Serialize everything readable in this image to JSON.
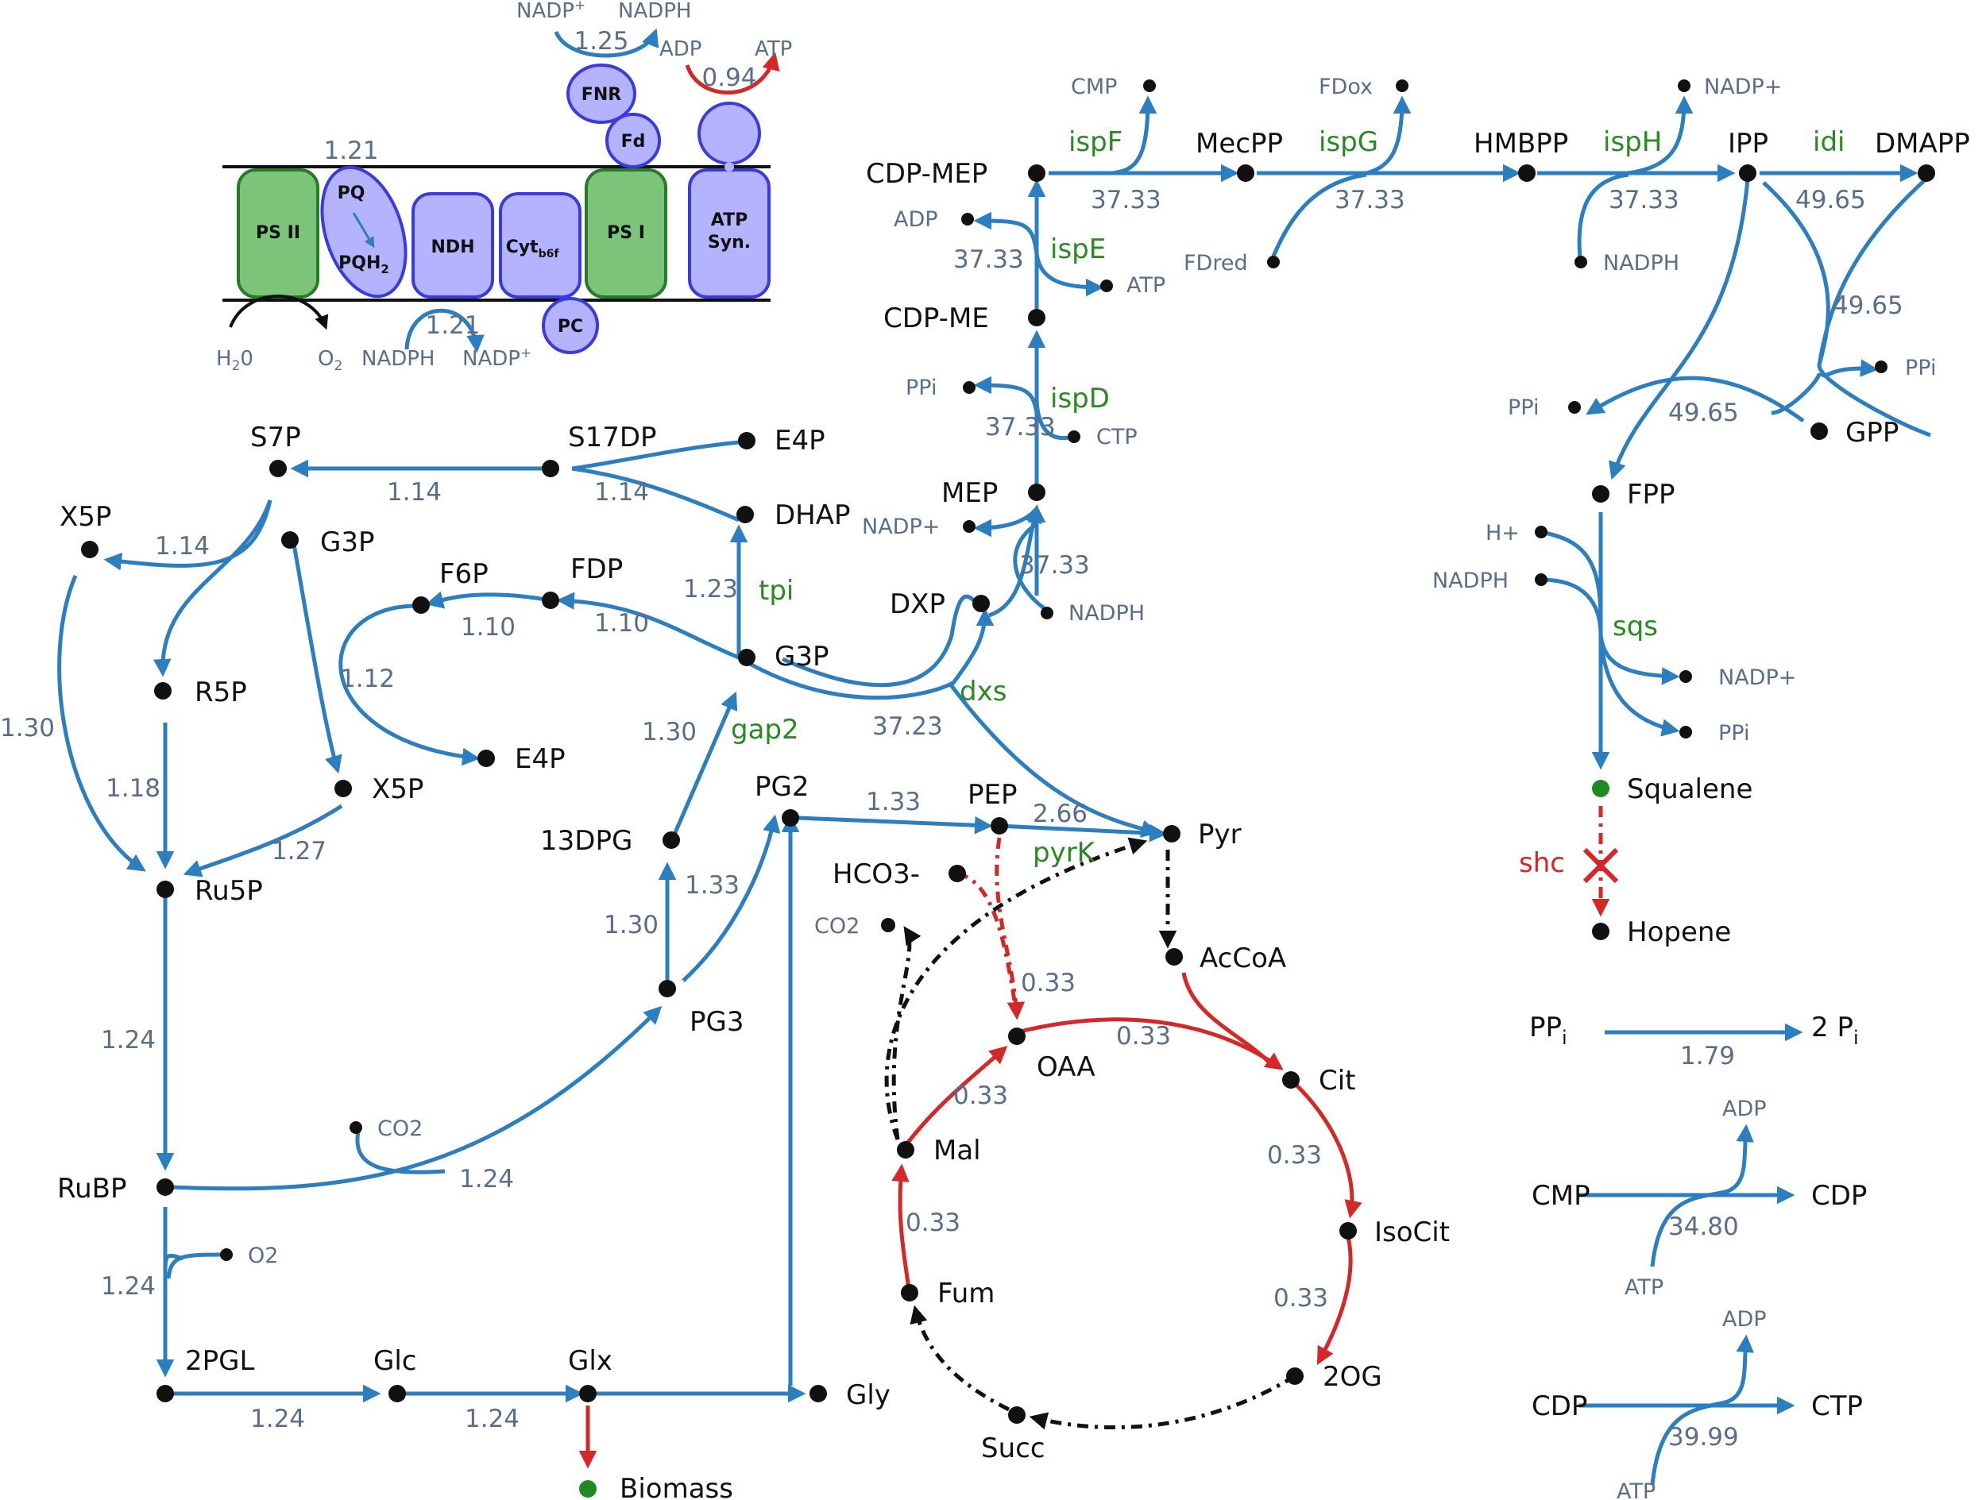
{
  "membrane": {
    "complexes": [
      "PS II",
      "PQ",
      "PQH",
      "NDH",
      "Cyt",
      "PS I",
      "ATP",
      "Syn.",
      "FNR",
      "Fd",
      "PC"
    ],
    "cyt_sub": "b6f",
    "pqh_sub": "2",
    "cofactors": {
      "nadp_plus": "NADP",
      "plus": "+",
      "nadph": "NADPH",
      "adp": "ADP",
      "atp": "ATP",
      "h2o": "H",
      "h2o_sub": "2",
      "h2o_end": "0",
      "o2": "O",
      "o2_sub": "2",
      "nadph_b": "NADPH",
      "nadp_b": "NADP"
    },
    "fluxes": {
      "fnr": "1.25",
      "atp": "0.94",
      "pq": "1.21",
      "ndh": "1.21"
    }
  },
  "metabolites": {
    "s7p": "S7P",
    "s17dp": "S17DP",
    "e4p_a": "E4P",
    "x5p_a": "X5P",
    "g3p_a": "G3P",
    "dhap": "DHAP",
    "f6p": "F6P",
    "fdp": "FDP",
    "r5p": "R5P",
    "g3p_b": "G3P",
    "e4p_b": "E4P",
    "x5p_b": "X5P",
    "ru5p": "Ru5P",
    "dpg13": "13DPG",
    "pg2": "PG2",
    "pg3": "PG3",
    "rubp": "RuBP",
    "pgl2": "2PGL",
    "glc": "Glc",
    "glx": "Glx",
    "gly": "Gly",
    "biomass": "Biomass",
    "pep": "PEP",
    "pyr": "Pyr",
    "hco3": "HCO3-",
    "acoa": "AcCoA",
    "oaa": "OAA",
    "cit": "Cit",
    "mal": "Mal",
    "isocit": "IsoCit",
    "fum": "Fum",
    "og2": "2OG",
    "succ": "Succ",
    "dxp": "DXP",
    "mep": "MEP",
    "cdpme": "CDP-ME",
    "cdpmep": "CDP-MEP",
    "mecpp": "MecPP",
    "hmbpp": "HMBPP",
    "ipp": "IPP",
    "dmapp": "DMAPP",
    "gpp": "GPP",
    "fpp": "FPP",
    "squalene": "Squalene",
    "hopene": "Hopene",
    "ppi_main": "PP",
    "ppi_sub": "i",
    "pi2": "2 P",
    "pi_sub": "i",
    "cmp_main": "CMP",
    "cdp_main": "CDP",
    "cdp_b": "CDP",
    "ctp_main": "CTP"
  },
  "cofactors": {
    "cmp": "CMP",
    "fdox": "FDox",
    "nadp1": "NADP+",
    "adp": "ADP",
    "atp": "ATP",
    "fdred": "FDred",
    "nadph1": "NADPH",
    "ppi1": "PPi",
    "ctp": "CTP",
    "nadp2": "NADP+",
    "nadph2": "NADPH",
    "ppi2": "PPi",
    "ppi3": "PPi",
    "hplus": "H+",
    "nadph3": "NADPH",
    "nadp3": "NADP+",
    "ppi4": "PPi",
    "co2a": "CO2",
    "co2b": "CO2",
    "o2": "O2",
    "adp2": "ADP",
    "atp2": "ATP",
    "adp3": "ADP",
    "atp3": "ATP"
  },
  "enzymes": {
    "ispf": "ispF",
    "ispg": "ispG",
    "isph": "ispH",
    "idi": "idi",
    "ispe": "ispE",
    "ispd": "ispD",
    "tpi": "tpi",
    "gap2": "gap2",
    "dxs": "dxs",
    "pyrk": "pyrK",
    "sqs": "sqs",
    "shc": "shc"
  },
  "fluxes": {
    "f_114a": "1.14",
    "f_114b": "1.14",
    "f_114c": "1.14",
    "f_123": "1.23",
    "f_110a": "1.10",
    "f_110b": "1.10",
    "f_112": "1.12",
    "f_130a": "1.30",
    "f_118": "1.18",
    "f_127": "1.27",
    "f_130b": "1.30",
    "f_133a": "1.33",
    "f_130c": "1.30",
    "f_133b": "1.33",
    "f_124a": "1.24",
    "f_124b": "1.24",
    "f_124c": "1.24",
    "f_124d": "1.24",
    "f_124e": "1.24",
    "f_266": "2.66",
    "f_033a": "0.33",
    "f_033b": "0.33",
    "f_033c": "0.33",
    "f_033d": "0.33",
    "f_033e": "0.33",
    "f_033f": "0.33",
    "f_3723": "37.23",
    "f_3733a": "37.33",
    "f_3733b": "37.33",
    "f_3733c": "37.33",
    "f_3733d": "37.33",
    "f_3733e": "37.33",
    "f_3733f": "37.33",
    "f_4965a": "49.65",
    "f_4965b": "49.65",
    "f_4965c": "49.65",
    "f_179": "1.79",
    "f_3480": "34.80",
    "f_3999": "39.99"
  },
  "colors": {
    "blue": "#2b7ec0",
    "red": "#d62728",
    "black": "#111111",
    "green_node": "#1f8a1f",
    "ps_green": "#7cc47a",
    "complex_blue": "#b3b3ff"
  }
}
